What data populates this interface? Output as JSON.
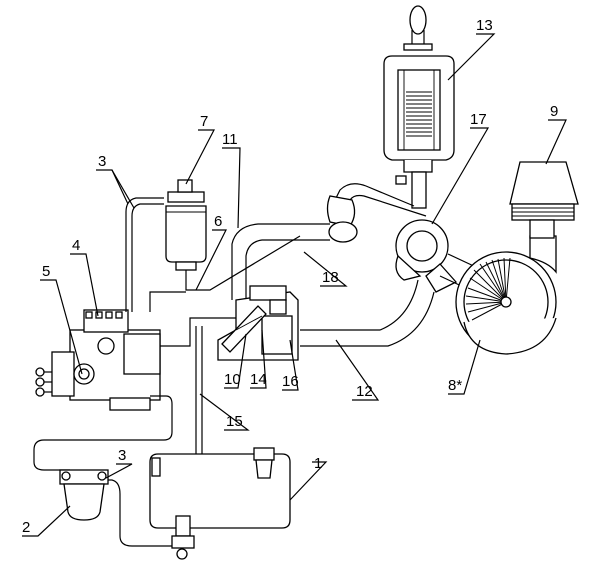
{
  "diagram": {
    "type": "engine fuel and air supply system schematic",
    "callouts": [
      {
        "id": "c1",
        "text": "1"
      },
      {
        "id": "c2",
        "text": "2"
      },
      {
        "id": "c3a",
        "text": "3"
      },
      {
        "id": "c3b",
        "text": "3"
      },
      {
        "id": "c4",
        "text": "4"
      },
      {
        "id": "c5",
        "text": "5"
      },
      {
        "id": "c6",
        "text": "6"
      },
      {
        "id": "c7",
        "text": "7"
      },
      {
        "id": "c8",
        "text": "8*"
      },
      {
        "id": "c9",
        "text": "9"
      },
      {
        "id": "c10",
        "text": "10"
      },
      {
        "id": "c11",
        "text": "11"
      },
      {
        "id": "c12",
        "text": "12"
      },
      {
        "id": "c13",
        "text": "13"
      },
      {
        "id": "c14",
        "text": "14"
      },
      {
        "id": "c15",
        "text": "15"
      },
      {
        "id": "c16",
        "text": "16"
      },
      {
        "id": "c17",
        "text": "17"
      },
      {
        "id": "c18",
        "text": "18"
      }
    ]
  }
}
